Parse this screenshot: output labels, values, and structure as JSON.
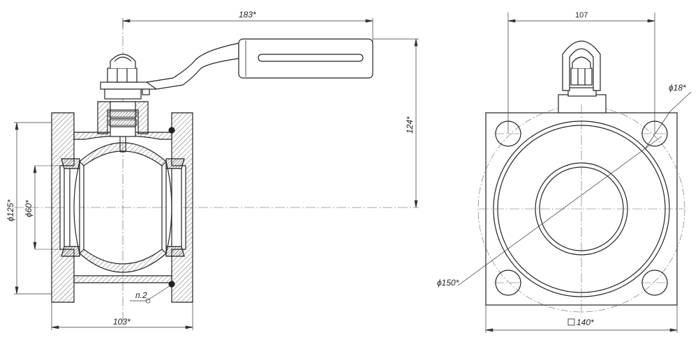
{
  "drawing": {
    "side_view": {
      "dim_handle_length": "183*",
      "dim_height": "124*",
      "dim_flange_diameter": "ϕ125*",
      "dim_bore_diameter": "ϕ60*",
      "dim_body_length": "103*",
      "callout_part": "п.2"
    },
    "front_view": {
      "dim_bolt_spacing": "107",
      "dim_hole_diameter": "ϕ18*",
      "dim_pcd": "ϕ150*",
      "dim_square_flange": "140*"
    }
  }
}
